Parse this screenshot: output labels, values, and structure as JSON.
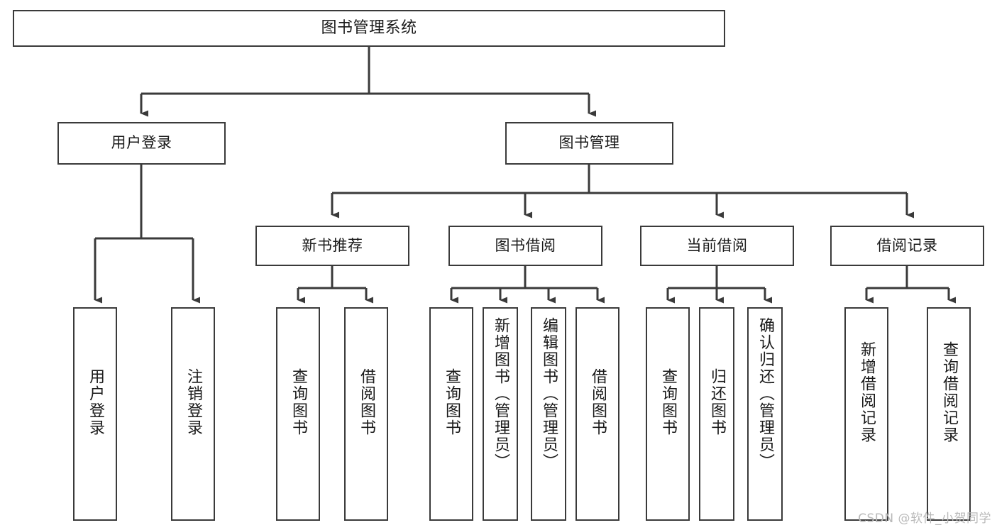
{
  "diagram": {
    "kind": "tree-hierarchy",
    "title": "图书管理系统",
    "watermark": "CSDN @软件_小贺同学",
    "style": {
      "stroke_color": "#3a3a3a",
      "fill_color": "#ffffff",
      "text_color": "#1a1a1a",
      "watermark_color": "#b9b9b9"
    },
    "root": {
      "id": "root",
      "label": "图书管理系统"
    },
    "level2": [
      {
        "id": "user-login",
        "label": "用户登录"
      },
      {
        "id": "book-management",
        "label": "图书管理"
      }
    ],
    "level3": [
      {
        "id": "new-book-recommend",
        "label": "新书推荐",
        "parent": "book-management"
      },
      {
        "id": "book-borrow",
        "label": "图书借阅",
        "parent": "book-management"
      },
      {
        "id": "current-borrow",
        "label": "当前借阅",
        "parent": "book-management"
      },
      {
        "id": "borrow-record",
        "label": "借阅记录",
        "parent": "book-management"
      }
    ],
    "leaves": [
      {
        "id": "leaf-user-login",
        "label": "用户登录",
        "parent": "user-login"
      },
      {
        "id": "leaf-logout",
        "label": "注销登录",
        "parent": "user-login"
      },
      {
        "id": "leaf-query-book-1",
        "label": "查询图书",
        "parent": "new-book-recommend"
      },
      {
        "id": "leaf-borrow-book-1",
        "label": "借阅图书",
        "parent": "new-book-recommend"
      },
      {
        "id": "leaf-query-book-2",
        "label": "查询图书",
        "parent": "book-borrow"
      },
      {
        "id": "leaf-add-book",
        "label": "新增图书（管理员）",
        "parent": "book-borrow"
      },
      {
        "id": "leaf-edit-book",
        "label": "编辑图书（管理员）",
        "parent": "book-borrow"
      },
      {
        "id": "leaf-borrow-book-2",
        "label": "借阅图书",
        "parent": "book-borrow"
      },
      {
        "id": "leaf-query-book-3",
        "label": "查询图书",
        "parent": "current-borrow"
      },
      {
        "id": "leaf-return-book",
        "label": "归还图书",
        "parent": "current-borrow"
      },
      {
        "id": "leaf-confirm-return",
        "label": "确认归还（管理员）",
        "parent": "current-borrow"
      },
      {
        "id": "leaf-add-record",
        "label": "新增借阅记录",
        "parent": "borrow-record"
      },
      {
        "id": "leaf-query-record",
        "label": "查询借阅记录",
        "parent": "borrow-record"
      }
    ]
  }
}
